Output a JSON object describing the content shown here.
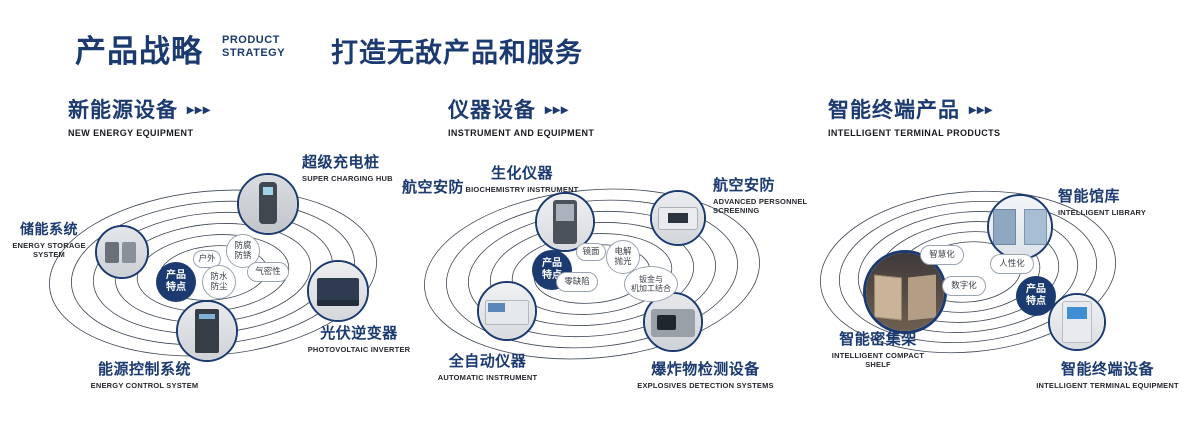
{
  "header": {
    "title_cn": "产品战略",
    "title_en_line1": "PRODUCT",
    "title_en_line2": "STRATEGY",
    "slogan": "打造无敌产品和服务"
  },
  "colors": {
    "accent_navy": "#1b3a70",
    "orbit_line": "#3d4656"
  },
  "icons": {
    "section_arrow": "triple-chevron-icon",
    "section_arrow_glyph": "▸▸▸"
  },
  "sections": [
    {
      "title_cn": "新能源设备",
      "title_en": "NEW ENERGY EQUIPMENT",
      "arrow_icon": "▸▸▸",
      "badge": "产品\n特点",
      "features": [
        "户外",
        "防腐\n防锈",
        "气密性",
        "防水\n防尘"
      ],
      "products": [
        {
          "name_cn": "储能系统",
          "name_en": "ENERGY STORAGE SYSTEM"
        },
        {
          "name_cn": "超级充电桩",
          "name_en": "SUPER CHARGING HUB"
        },
        {
          "name_cn": "光伏逆变器",
          "name_en": "PHOTOVOLTAIC INVERTER"
        },
        {
          "name_cn": "能源控制系统",
          "name_en": "ENERGY CONTROL SYSTEM"
        }
      ]
    },
    {
      "title_cn": "仪器设备",
      "title_en": "INSTRUMENT AND EQUIPMENT",
      "arrow_icon": "▸▸▸",
      "badge": "产品\n特点",
      "side_label": "航空安防",
      "features": [
        "镜面",
        "电解\n抛光",
        "零缺陷",
        "钣金与\n机加工结合"
      ],
      "products": [
        {
          "name_cn": "生化仪器",
          "name_en": "BIOCHEMISTRY INSTRUMENT"
        },
        {
          "name_cn": "航空安防",
          "name_en": "ADVANCED PERSONNEL SCREENING"
        },
        {
          "name_cn": "全自动仪器",
          "name_en": "AUTOMATIC INSTRUMENT"
        },
        {
          "name_cn": "爆炸物检测设备",
          "name_en": "EXPLOSIVES DETECTION SYSTEMS"
        }
      ]
    },
    {
      "title_cn": "智能终端产品",
      "title_en": "INTELLIGENT TERMINAL PRODUCTS",
      "arrow_icon": "▸▸▸",
      "badge": "产品\n特点",
      "features": [
        "智慧化",
        "人性化",
        "数字化"
      ],
      "products": [
        {
          "name_cn": "智能馆库",
          "name_en": "INTELLIGENT LIBRARY"
        },
        {
          "name_cn": "智能密集架",
          "name_en": "INTELLIGENT COMPACT SHELF"
        },
        {
          "name_cn": "智能终端设备",
          "name_en": "INTELLIGENT TERMINAL EQUIPMENT"
        }
      ]
    }
  ]
}
